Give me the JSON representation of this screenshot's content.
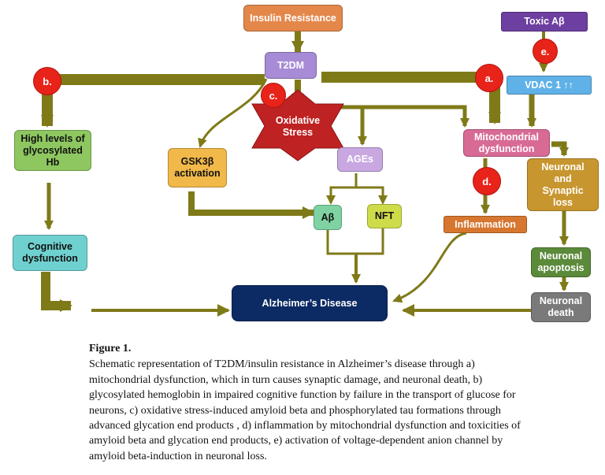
{
  "nodes": {
    "insulin_resistance": "Insulin Resistance",
    "t2dm": "T2DM",
    "toxic_abeta": "Toxic Aβ",
    "vdac1": "VDAC 1 ↑↑",
    "oxidative_stress": "Oxidative\nStress",
    "mito_dysfunction": "Mitochondrial\ndysfunction",
    "high_hb": "High levels of\nglycosylated\nHb",
    "gsk3b": "GSK3β\nactivation",
    "ages": "AGEs",
    "neuronal_loss": "Neuronal\nand\nSynaptic\nloss",
    "abeta": "Aβ",
    "nft": "NFT",
    "inflammation": "Inflammation",
    "cognitive": "Cognitive\ndysfunction",
    "apoptosis": "Neuronal\napoptosis",
    "alzheimers": "Alzheimer’s Disease",
    "neuronal_death": "Neuronal\ndeath"
  },
  "markers": {
    "a": "a.",
    "b": "b.",
    "c": "c.",
    "d": "d.",
    "e": "e."
  },
  "caption": {
    "label": "Figure 1.",
    "text": "Schematic representation of T2DM/insulin resistance in Alzheimer’s disease through a) mitochondrial dysfunction, which in turn causes synaptic damage, and neuronal death, b) glycosylated hemoglobin in impaired cognitive function by failure in the transport of glucose for neurons, c) oxidative stress-induced amyloid beta and phosphorylated tau formations through advanced glycation end products , d) inflammation by mitochondrial dysfunction and toxicities of amyloid beta and glycation end products, e) activation of voltage-dependent anion channel by amyloid beta-induction in neuronal loss."
  },
  "colors": {
    "arrow": "#7f7a18",
    "marker": "#e8231a",
    "insulin": "#e4874a",
    "t2dm": "#a78bd6",
    "toxic": "#6d3fa0",
    "vdac": "#5fb2e8",
    "oxidative": "#bf2222",
    "mito": "#d86a96",
    "hb": "#8ec760",
    "gsk": "#f1b84a",
    "ages": "#c9a8e2",
    "neuronal_loss": "#c8962f",
    "abeta": "#7fd3a3",
    "nft": "#cfdc4a",
    "inflammation": "#d6762f",
    "cognitive": "#6fd1cf",
    "apoptosis": "#5b8a3a",
    "alzheimers": "#0c2a63",
    "death": "#7a7a7a"
  }
}
